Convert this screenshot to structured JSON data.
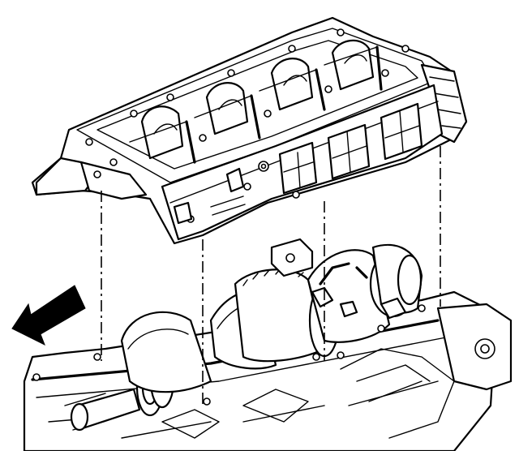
{
  "diagram": {
    "subject": "engine-lower-crankcase-bedplate-installation",
    "colors": {
      "ink": "#000000",
      "paper": "#ffffff"
    },
    "components": [
      {
        "name": "bedplate",
        "icon": "bedplate-icon"
      },
      {
        "name": "crankshaft",
        "icon": "crankshaft-icon"
      },
      {
        "name": "engine-block",
        "icon": "engine-block-icon"
      },
      {
        "name": "front-direction-arrow",
        "icon": "arrow-left-down-icon"
      }
    ],
    "alignment_lines": 4
  }
}
